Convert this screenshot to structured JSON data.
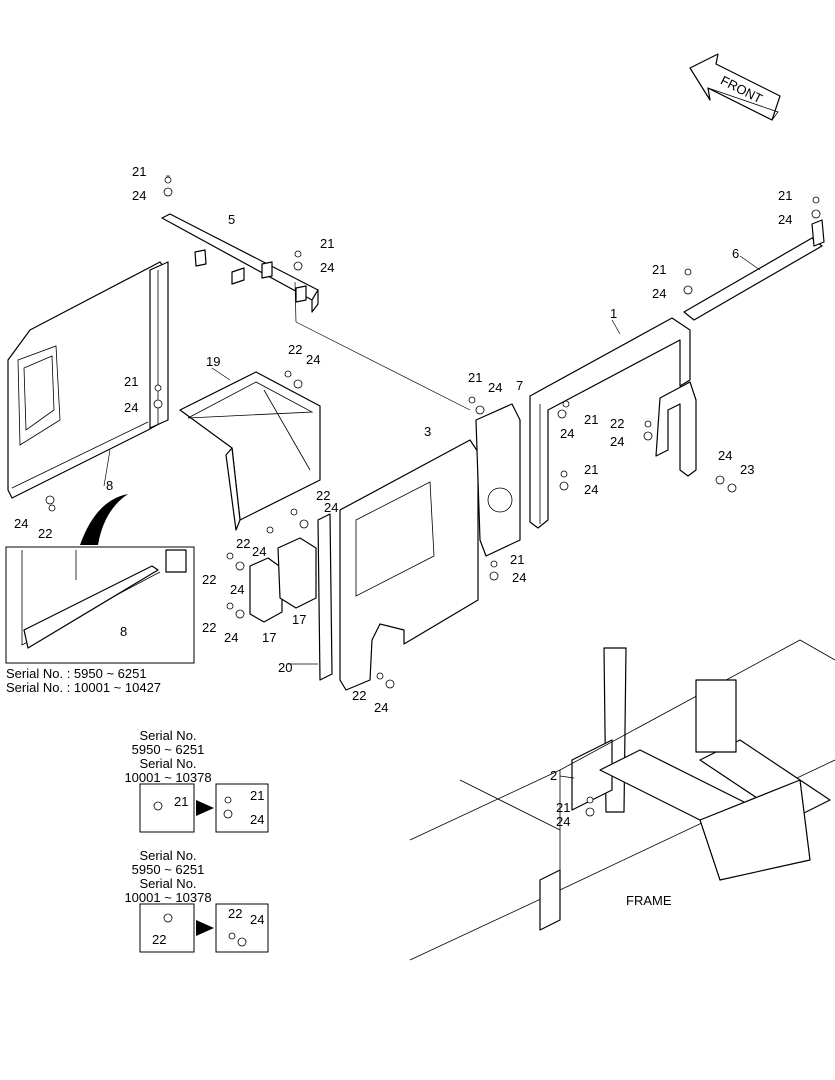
{
  "front_arrow": {
    "label": "FRONT"
  },
  "frame_label": "FRAME",
  "serial_inset": {
    "line1": "Serial No. : 5950 ~ 6251",
    "line2": "Serial No. : 10001 ~ 10427"
  },
  "serial_box_a": {
    "lines": [
      "Serial No.",
      "5950 ~ 6251",
      "Serial No.",
      "10001 ~ 10378"
    ]
  },
  "serial_box_b": {
    "lines": [
      "Serial No.",
      "5950 ~ 6251",
      "Serial No.",
      "10001 ~ 10378"
    ]
  },
  "callouts": {
    "c1": "1",
    "c2": "2",
    "c3": "3",
    "c5": "5",
    "c6": "6",
    "c7": "7",
    "c8a": "8",
    "c8b": "8",
    "c17a": "17",
    "c17b": "17",
    "c19": "19",
    "c20": "20",
    "c21": "21",
    "c22": "22",
    "c23": "23",
    "c24": "24"
  }
}
